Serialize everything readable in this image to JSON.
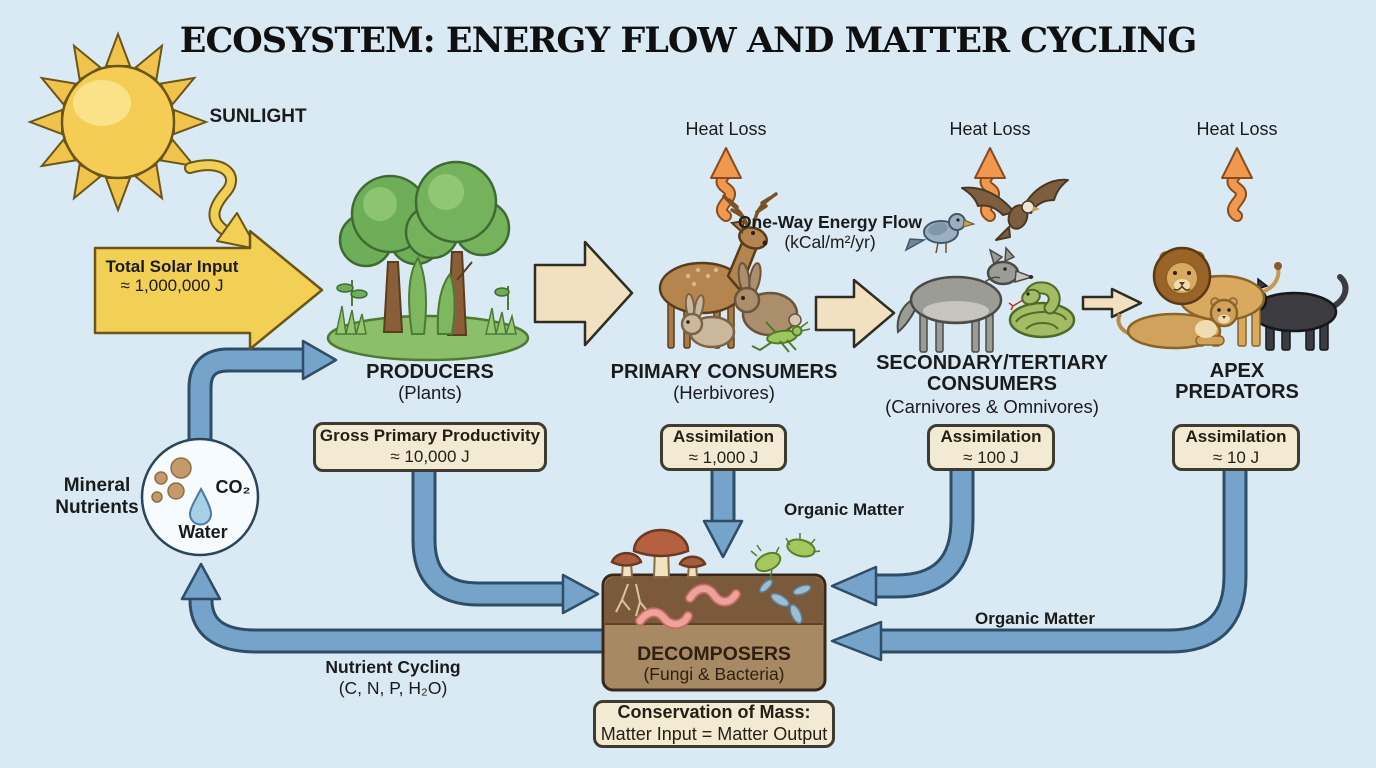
{
  "title": "ECOSYSTEM: ENERGY FLOW AND MATTER CYCLING",
  "sun": {
    "label": "SUNLIGHT"
  },
  "solar_arrow": {
    "title": "Total Solar Input",
    "value": "≈ 1,000,000 J"
  },
  "heat_loss": {
    "labels": [
      "Heat Loss",
      "Heat Loss",
      "Heat Loss"
    ]
  },
  "energy_note": {
    "title": "One-Way Energy Flow",
    "units": "(kCal/m²/yr)"
  },
  "levels": {
    "producers": {
      "name": "PRODUCERS",
      "subtitle": "(Plants)"
    },
    "primary": {
      "name": "PRIMARY CONSUMERS",
      "subtitle": "(Herbivores)"
    },
    "secondary": {
      "name": "SECONDARY/TERTIARY CONSUMERS",
      "subtitle": "(Carnivores & Omnivores)"
    },
    "apex": {
      "name": "APEX PREDATORS"
    }
  },
  "energy_boxes": {
    "gpp": {
      "title": "Gross Primary Productivity",
      "value": "≈ 10,000 J"
    },
    "assim_primary": {
      "title": "Assimilation",
      "value": "≈ 1,000 J"
    },
    "assim_secondary": {
      "title": "Assimilation",
      "value": "≈ 100 J"
    },
    "assim_apex": {
      "title": "Assimilation",
      "value": "≈ 10 J"
    }
  },
  "nutrient_pool": {
    "label": "Mineral Nutrients",
    "co2": "CO₂",
    "water": "Water"
  },
  "decomposers": {
    "name": "DECOMPOSERS",
    "subtitle": "(Fungi & Bacteria)"
  },
  "conservation": {
    "title": "Conservation of Mass:",
    "body": "Matter Input = Matter Output"
  },
  "organic_matter": {
    "upper": "Organic Matter",
    "lower": "Organic Matter"
  },
  "nutrient_cycling": {
    "title": "Nutrient Cycling",
    "elements": "(C, N, P, H₂O)"
  },
  "colors": {
    "background": "#d9eaf5",
    "solar_yellow": "#f2cf55",
    "energy_arrow_beige": "#f1e1c1",
    "heat_orange": "#f0994e",
    "matter_blue": "#76a3ca",
    "box_beige": "#f2ead2",
    "soil_brown": "#7b5a3c"
  }
}
